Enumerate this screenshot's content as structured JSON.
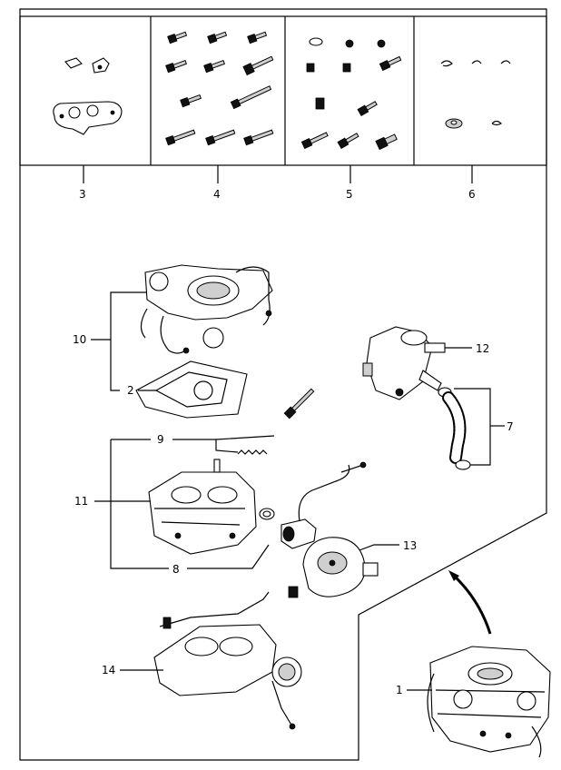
{
  "callouts": {
    "c1": "1",
    "c2": "2",
    "c3": "3",
    "c4": "4",
    "c5": "5",
    "c6": "6",
    "c7": "7",
    "c8": "8",
    "c9": "9",
    "c10": "10",
    "c11": "11",
    "c12": "12",
    "c13": "13",
    "c14": "14"
  },
  "parts": [
    {
      "ref": "1",
      "icon": "carburetor-assembly-icon"
    },
    {
      "ref": "2",
      "icon": "gasket-icon"
    },
    {
      "ref": "3",
      "icon": "small-parts-kit-icon"
    },
    {
      "ref": "4",
      "icon": "screw-set-icon"
    },
    {
      "ref": "5",
      "icon": "jet-set-icon"
    },
    {
      "ref": "6",
      "icon": "clip-washer-set-icon"
    },
    {
      "ref": "7",
      "icon": "hose-icon"
    },
    {
      "ref": "8",
      "icon": "solenoid-valve-icon"
    },
    {
      "ref": "9",
      "icon": "adjusting-screw-spring-icon"
    },
    {
      "ref": "10",
      "icon": "carburetor-top-cover-icon"
    },
    {
      "ref": "11",
      "icon": "carburetor-body-icon"
    },
    {
      "ref": "12",
      "icon": "thermostat-housing-icon"
    },
    {
      "ref": "13",
      "icon": "choke-cover-icon"
    },
    {
      "ref": "14",
      "icon": "throttle-body-icon"
    }
  ]
}
